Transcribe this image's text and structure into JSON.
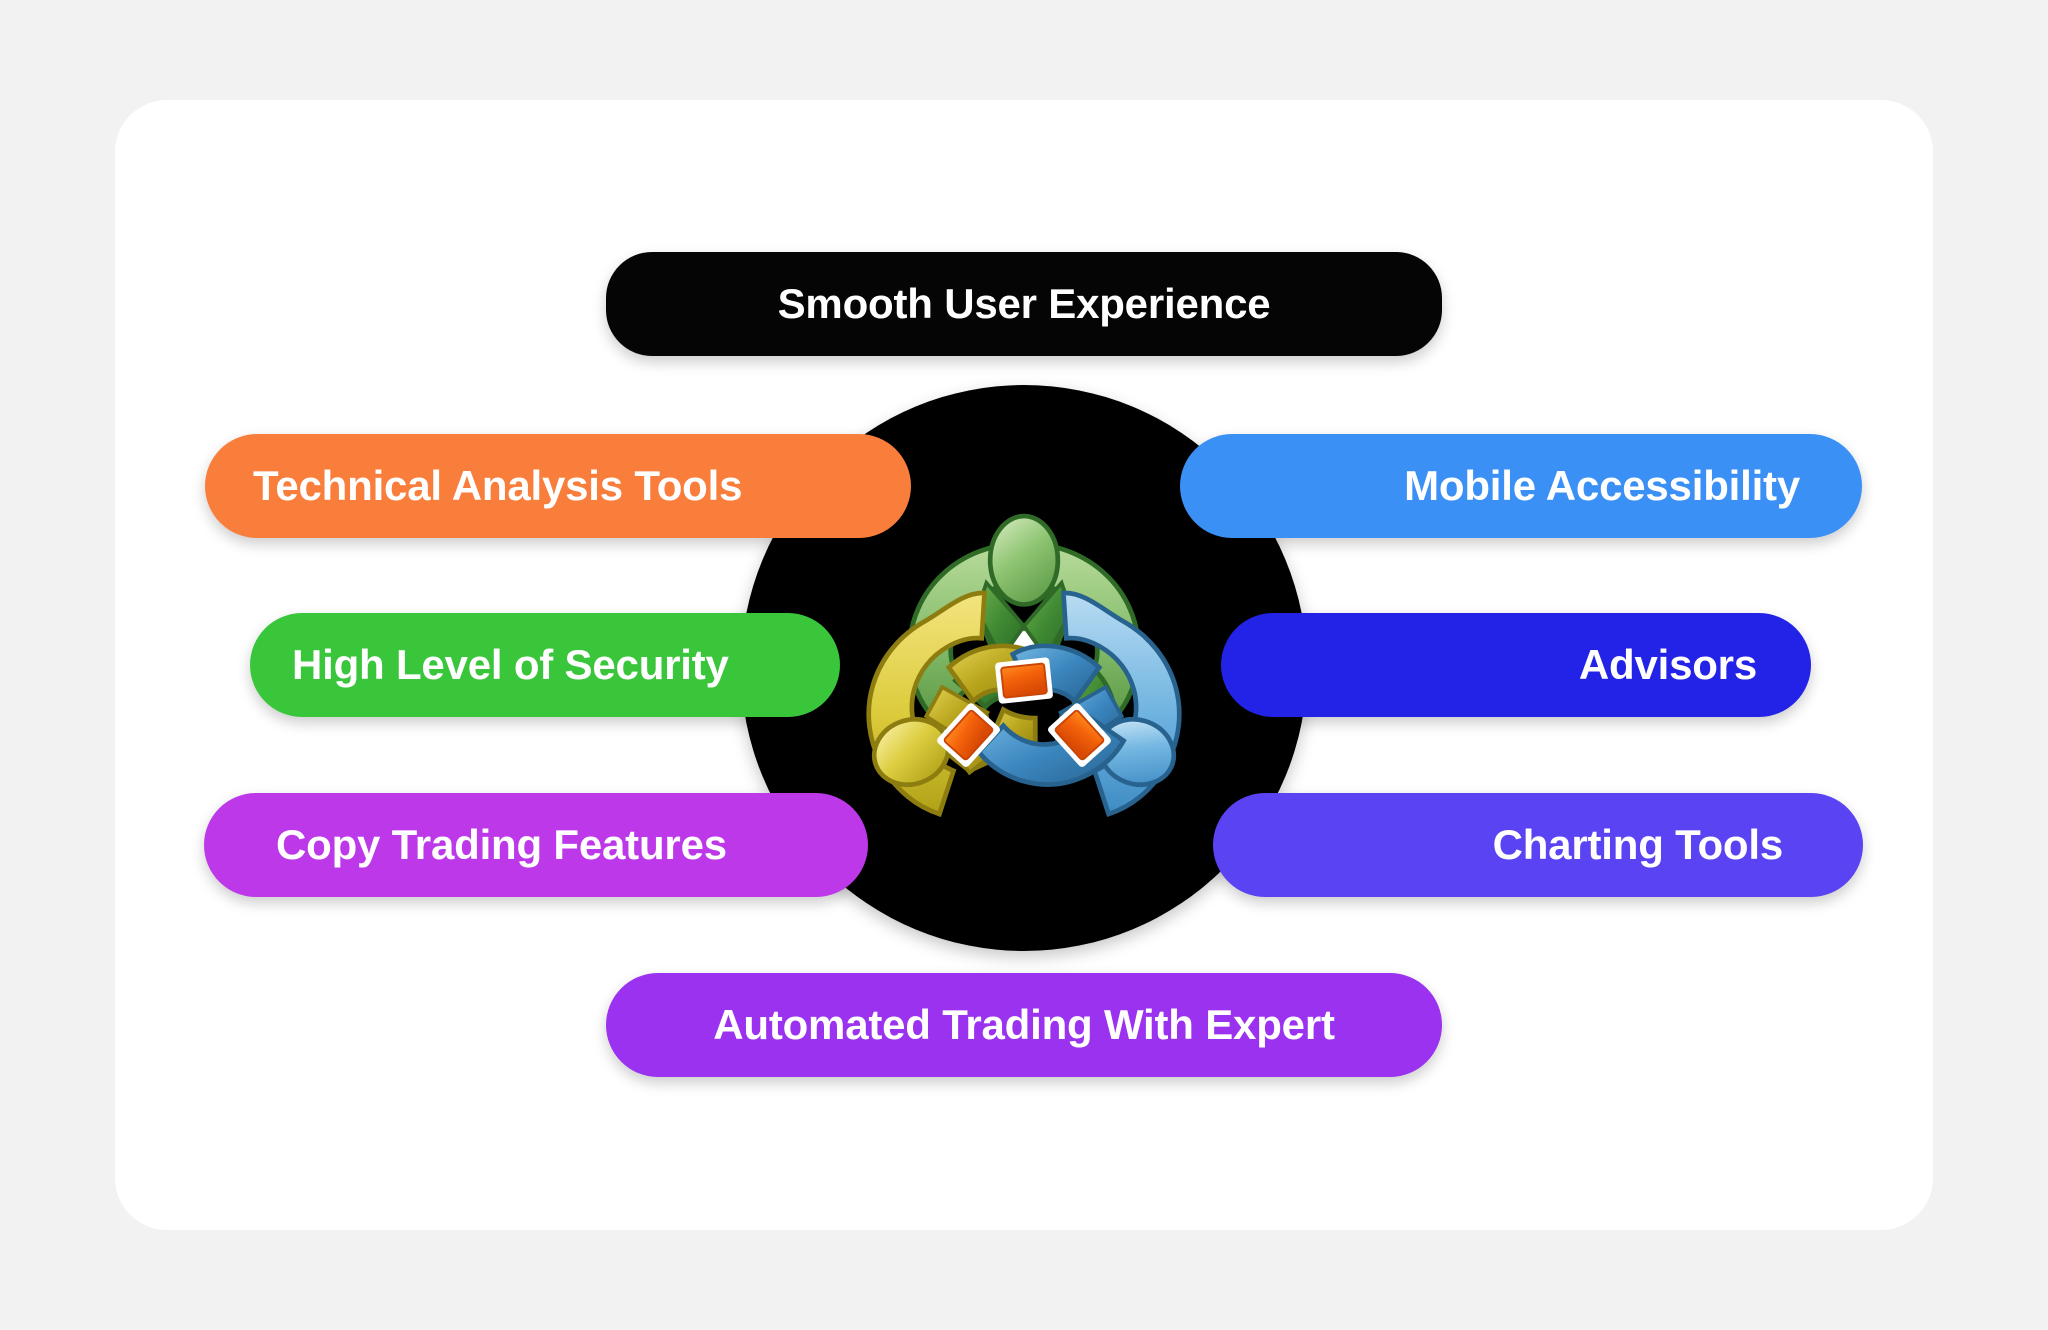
{
  "canvas": {
    "background_color": "#f2f2f3",
    "card_color": "#ffffff"
  },
  "hub": {
    "circle_color": "#000000",
    "logo_name": "metatrader-three-figures-logo",
    "logo_description": "Three stylized people in a circular pinwheel arrangement",
    "figure_colors": {
      "top": "#4e9b3f",
      "bottom_left": "#c9b31e",
      "bottom_right": "#4e9fd8"
    },
    "badge_color": "#f4620a"
  },
  "pills": {
    "top": {
      "label": "Smooth User Experience",
      "color": "#050505",
      "text_color": "#ffffff"
    },
    "left": [
      {
        "label": "Technical Analysis Tools",
        "color": "#f97e3c",
        "text_color": "#ffffff"
      },
      {
        "label": "High Level of Security",
        "color": "#3ac63b",
        "text_color": "#ffffff"
      },
      {
        "label": "Copy Trading Features",
        "color": "#bd38e8",
        "text_color": "#ffffff"
      }
    ],
    "right": [
      {
        "label": "Mobile Accessibility",
        "color": "#3b90f5",
        "text_color": "#ffffff"
      },
      {
        "label": "Advisors",
        "color": "#2323e8",
        "text_color": "#ffffff"
      },
      {
        "label": "Charting Tools",
        "color": "#5a43f2",
        "text_color": "#ffffff"
      }
    ],
    "bottom": {
      "label": "Automated Trading With Expert",
      "color": "#9b32f0",
      "text_color": "#ffffff"
    }
  }
}
